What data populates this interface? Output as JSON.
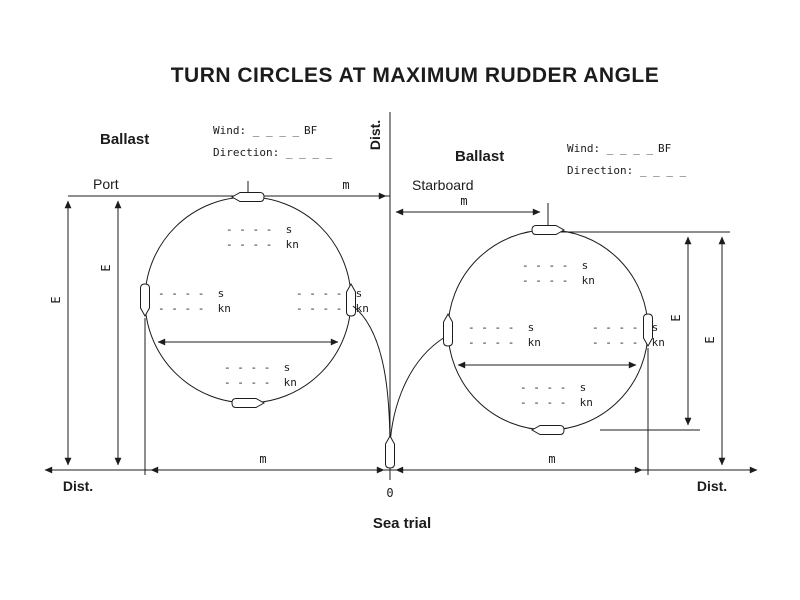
{
  "title": "TURN CIRCLES AT MAXIMUM RUDDER ANGLE",
  "caption": "Sea trial",
  "origin_label": "0",
  "axes": {
    "vertical": "Dist.",
    "bottom_left": "Dist.",
    "bottom_right": "Dist."
  },
  "dims": {
    "meters": "m",
    "distance_e": "E"
  },
  "blanks": {
    "speed": "- - - -  s",
    "rate": "- - - -  kn"
  },
  "port": {
    "condition": "Ballast",
    "side": "Port",
    "wind": "Wind: _ _ _ _",
    "wind_unit": "BF",
    "direction": "Direction: _ _ _ _"
  },
  "starboard": {
    "condition": "Ballast",
    "side": "Starboard",
    "wind": "Wind: _ _ _ _",
    "wind_unit": "BF",
    "direction": "Direction: _ _ _ _"
  },
  "colors": {
    "ink": "#1c1c1c",
    "background": "#ffffff"
  }
}
